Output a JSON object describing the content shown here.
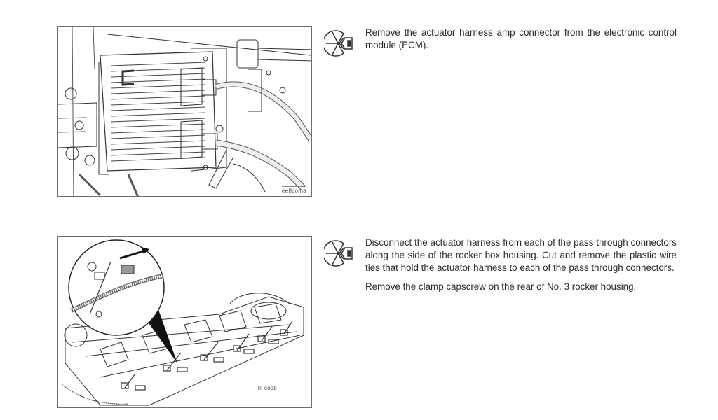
{
  "figures": [
    {
      "id": "fig1",
      "caption_code": "ee8coma",
      "subject": "ECM with actuator harness amp connector"
    },
    {
      "id": "fig2",
      "caption_code": "fil cosb",
      "subject": "Rocker box housing with pass through connectors, detail magnified"
    }
  ],
  "steps": [
    {
      "icon": "remove-connector-icon",
      "paragraphs": [
        "Remove the actuator harness amp connector from the electronic control module (ECM)."
      ]
    },
    {
      "icon": "remove-connector-icon",
      "paragraphs": [
        "Disconnect the actuator harness from each of the pass through connectors along the side of the rocker box housing. Cut and remove the plastic wire ties that hold the actuator harness to each of the pass through connectors.",
        "Remove the clamp capscrew on the rear of No. 3 rocker housing."
      ]
    }
  ]
}
